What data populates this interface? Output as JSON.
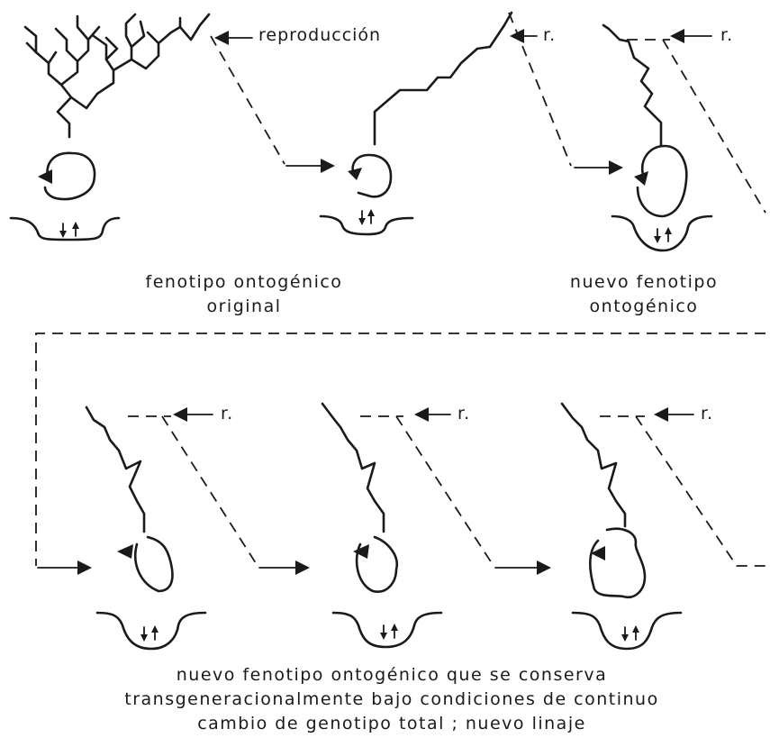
{
  "labels": {
    "reproduction_full": "reproducción",
    "reproduction_abbrev": "r.",
    "caption_original": [
      "fenotipo ontogénico",
      "original"
    ],
    "caption_new": [
      "nuevo fenotipo",
      "ontogénico"
    ],
    "caption_bottom": [
      "nuevo fenotipo ontogénico que se conserva",
      "transgeneracionalmente bajo condiciones de continuo",
      "cambio de genotipo total ; nuevo linaje"
    ]
  }
}
